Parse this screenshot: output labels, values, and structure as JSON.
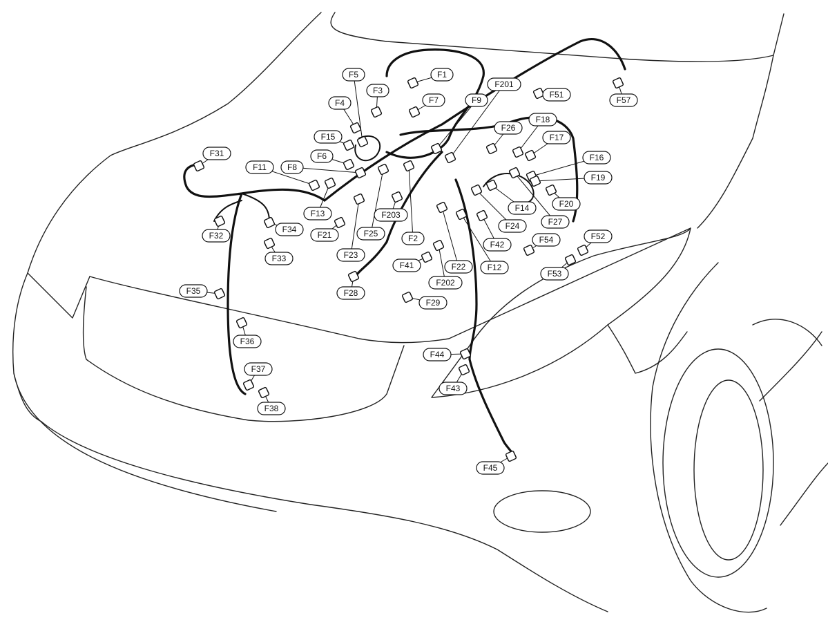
{
  "connector_labels": [
    "F1",
    "F2",
    "F3",
    "F4",
    "F5",
    "F6",
    "F7",
    "F8",
    "F9",
    "F11",
    "F12",
    "F13",
    "F14",
    "F15",
    "F16",
    "F17",
    "F18",
    "F19",
    "F20",
    "F21",
    "F22",
    "F23",
    "F24",
    "F25",
    "F26",
    "F27",
    "F28",
    "F29",
    "F31",
    "F32",
    "F33",
    "F34",
    "F35",
    "F36",
    "F37",
    "F38",
    "F41",
    "F42",
    "F43",
    "F44",
    "F45",
    "F51",
    "F52",
    "F53",
    "F54",
    "F57",
    "F201",
    "F202",
    "F203"
  ]
}
